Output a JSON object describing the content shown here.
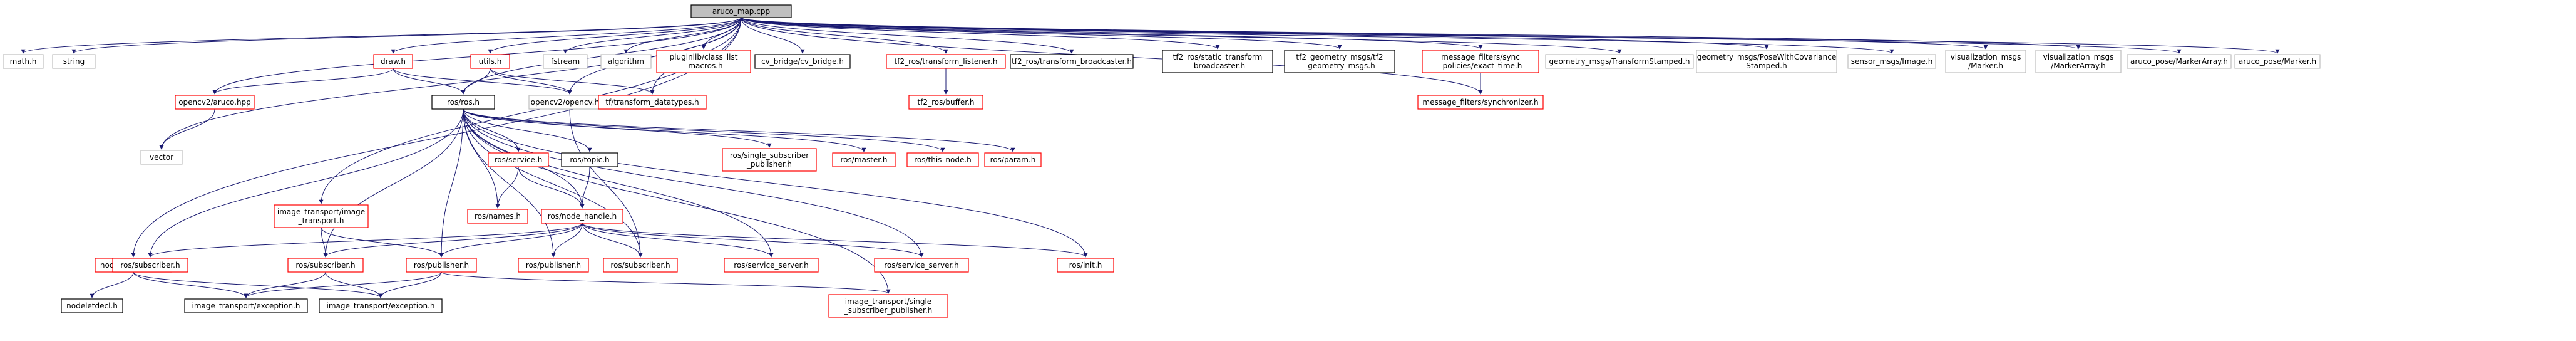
{
  "colors": {
    "edge": "#191970",
    "root_fill": "#bfbfbf",
    "root_border": "#000000",
    "documented_border": "#ff0000",
    "external_border": "#000000",
    "plain_border": "#bfbfbf",
    "text": "#000000"
  },
  "nodes": [
    {
      "id": "aruco_map",
      "lines": [
        "aruco_map.cpp"
      ],
      "style": "root"
    },
    {
      "id": "math",
      "lines": [
        "math.h"
      ],
      "style": "plain"
    },
    {
      "id": "string",
      "lines": [
        "string"
      ],
      "style": "plain"
    },
    {
      "id": "opencv2_aruco",
      "lines": [
        "opencv2/aruco.hpp"
      ],
      "style": "red"
    },
    {
      "id": "vector",
      "lines": [
        "vector"
      ],
      "style": "plain"
    },
    {
      "id": "draw",
      "lines": [
        "draw.h"
      ],
      "style": "red"
    },
    {
      "id": "ros_ros",
      "lines": [
        "ros/ros.h"
      ],
      "style": "black"
    },
    {
      "id": "utils",
      "lines": [
        "utils.h"
      ],
      "style": "red"
    },
    {
      "id": "opencv2_opencv",
      "lines": [
        "opencv2/opencv.hpp"
      ],
      "style": "plain"
    },
    {
      "id": "tf_datatypes",
      "lines": [
        "tf/transform_datatypes.h"
      ],
      "style": "red"
    },
    {
      "id": "fstream",
      "lines": [
        "fstream"
      ],
      "style": "plain"
    },
    {
      "id": "algorithm",
      "lines": [
        "algorithm"
      ],
      "style": "plain"
    },
    {
      "id": "pluginlib",
      "lines": [
        "pluginlib/class_list",
        "_macros.h"
      ],
      "style": "red"
    },
    {
      "id": "cv_bridge",
      "lines": [
        "cv_bridge/cv_bridge.h"
      ],
      "style": "black"
    },
    {
      "id": "tf2_listener",
      "lines": [
        "tf2_ros/transform_listener.h"
      ],
      "style": "red"
    },
    {
      "id": "tf2_buffer",
      "lines": [
        "tf2_ros/buffer.h"
      ],
      "style": "red"
    },
    {
      "id": "tf2_broadcaster",
      "lines": [
        "tf2_ros/transform_broadcaster.h"
      ],
      "style": "black"
    },
    {
      "id": "tf2_static",
      "lines": [
        "tf2_ros/static_transform",
        "_broadcaster.h"
      ],
      "style": "black"
    },
    {
      "id": "tf2_geom",
      "lines": [
        "tf2_geometry_msgs/tf2",
        "_geometry_msgs.h"
      ],
      "style": "black"
    },
    {
      "id": "mf_sync",
      "lines": [
        "message_filters/sync",
        "_policies/exact_time.h"
      ],
      "style": "red"
    },
    {
      "id": "mf_synchronizer",
      "lines": [
        "message_filters/synchronizer.h"
      ],
      "style": "red"
    },
    {
      "id": "geom_tfstamped",
      "lines": [
        "geometry_msgs/TransformStamped.h"
      ],
      "style": "plain"
    },
    {
      "id": "geom_pose",
      "lines": [
        "geometry_msgs/PoseWithCovariance",
        "Stamped.h"
      ],
      "style": "plain"
    },
    {
      "id": "sensor_image",
      "lines": [
        "sensor_msgs/Image.h"
      ],
      "style": "plain"
    },
    {
      "id": "vis_marker",
      "lines": [
        "visualization_msgs",
        "/Marker.h"
      ],
      "style": "plain"
    },
    {
      "id": "vis_markerarray",
      "lines": [
        "visualization_msgs",
        "/MarkerArray.h"
      ],
      "style": "plain"
    },
    {
      "id": "aruco_markerarray",
      "lines": [
        "aruco_pose/MarkerArray.h"
      ],
      "style": "plain"
    },
    {
      "id": "aruco_marker",
      "lines": [
        "aruco_pose/Marker.h"
      ],
      "style": "plain"
    },
    {
      "id": "image_transport",
      "lines": [
        "image_transport/image",
        "_transport.h"
      ],
      "style": "red"
    },
    {
      "id": "nodelet",
      "lines": [
        "nodelet/nodelet.h"
      ],
      "style": "red"
    },
    {
      "id": "nodeletdecl",
      "lines": [
        "nodeletdecl.h"
      ],
      "style": "black"
    },
    {
      "id": "ros_service",
      "lines": [
        "ros/service.h"
      ],
      "style": "red"
    },
    {
      "id": "ros_topic",
      "lines": [
        "ros/topic.h"
      ],
      "style": "black"
    },
    {
      "id": "ros_ssp",
      "lines": [
        "ros/single_subscriber",
        "_publisher.h"
      ],
      "style": "red"
    },
    {
      "id": "ros_master",
      "lines": [
        "ros/master.h"
      ],
      "style": "red"
    },
    {
      "id": "ros_thisnode",
      "lines": [
        "ros/this_node.h"
      ],
      "style": "red"
    },
    {
      "id": "ros_param",
      "lines": [
        "ros/param.h"
      ],
      "style": "red"
    },
    {
      "id": "ros_names",
      "lines": [
        "ros/names.h"
      ],
      "style": "red"
    },
    {
      "id": "ros_nodehandle",
      "lines": [
        "ros/node_handle.h"
      ],
      "style": "red"
    },
    {
      "id": "ros_subscriber_l",
      "lines": [
        "ros/subscriber.h"
      ],
      "style": "red"
    },
    {
      "id": "it_subscriber",
      "lines": [
        "ros/subscriber.h"
      ],
      "style": "red"
    },
    {
      "id": "it_publisher",
      "lines": [
        "ros/publisher.h"
      ],
      "style": "red"
    },
    {
      "id": "ros_publisher",
      "lines": [
        "ros/publisher.h"
      ],
      "style": "red"
    },
    {
      "id": "ros_subscriber_m",
      "lines": [
        "ros/subscriber.h"
      ],
      "style": "red"
    },
    {
      "id": "ros_service_server1",
      "lines": [
        "ros/service_server.h"
      ],
      "style": "red"
    },
    {
      "id": "ros_service_server2",
      "lines": [
        "ros/service_server.h"
      ],
      "style": "red"
    },
    {
      "id": "ros_init",
      "lines": [
        "ros/init.h"
      ],
      "style": "red"
    },
    {
      "id": "it_exception1",
      "lines": [
        "image_transport/exception.h"
      ],
      "style": "black"
    },
    {
      "id": "it_exception2",
      "lines": [
        "image_transport/exception.h"
      ],
      "style": "black"
    },
    {
      "id": "it_ssp",
      "lines": [
        "image_transport/single",
        "_subscriber_publisher.h"
      ],
      "style": "red"
    }
  ],
  "edges": [
    [
      "aruco_map",
      "math"
    ],
    [
      "aruco_map",
      "string"
    ],
    [
      "aruco_map",
      "opencv2_aruco"
    ],
    [
      "aruco_map",
      "vector"
    ],
    [
      "aruco_map",
      "draw"
    ],
    [
      "aruco_map",
      "ros_ros"
    ],
    [
      "aruco_map",
      "utils"
    ],
    [
      "aruco_map",
      "opencv2_opencv"
    ],
    [
      "aruco_map",
      "tf_datatypes"
    ],
    [
      "aruco_map",
      "fstream"
    ],
    [
      "aruco_map",
      "algorithm"
    ],
    [
      "aruco_map",
      "pluginlib"
    ],
    [
      "aruco_map",
      "cv_bridge"
    ],
    [
      "aruco_map",
      "tf2_listener"
    ],
    [
      "aruco_map",
      "tf2_broadcaster"
    ],
    [
      "aruco_map",
      "tf2_static"
    ],
    [
      "aruco_map",
      "tf2_geom"
    ],
    [
      "aruco_map",
      "mf_sync"
    ],
    [
      "aruco_map",
      "mf_synchronizer"
    ],
    [
      "aruco_map",
      "geom_tfstamped"
    ],
    [
      "aruco_map",
      "geom_pose"
    ],
    [
      "aruco_map",
      "sensor_image"
    ],
    [
      "aruco_map",
      "vis_marker"
    ],
    [
      "aruco_map",
      "vis_markerarray"
    ],
    [
      "aruco_map",
      "aruco_markerarray"
    ],
    [
      "aruco_map",
      "aruco_marker"
    ],
    [
      "aruco_map",
      "image_transport"
    ],
    [
      "aruco_map",
      "nodelet"
    ],
    [
      "opencv2_aruco",
      "vector"
    ],
    [
      "draw",
      "opencv2_aruco"
    ],
    [
      "draw",
      "ros_ros"
    ],
    [
      "draw",
      "opencv2_opencv"
    ],
    [
      "utils",
      "ros_ros"
    ],
    [
      "utils",
      "opencv2_opencv"
    ],
    [
      "utils",
      "tf_datatypes"
    ],
    [
      "tf2_listener",
      "tf2_buffer"
    ],
    [
      "mf_sync",
      "mf_synchronizer"
    ],
    [
      "ros_ros",
      "ros_service"
    ],
    [
      "ros_ros",
      "ros_topic"
    ],
    [
      "ros_ros",
      "ros_ssp"
    ],
    [
      "ros_ros",
      "ros_master"
    ],
    [
      "ros_ros",
      "ros_thisnode"
    ],
    [
      "ros_ros",
      "ros_param"
    ],
    [
      "ros_ros",
      "ros_names"
    ],
    [
      "ros_ros",
      "ros_nodehandle"
    ],
    [
      "ros_ros",
      "ros_subscriber_l"
    ],
    [
      "ros_ros",
      "it_subscriber"
    ],
    [
      "ros_ros",
      "it_publisher"
    ],
    [
      "ros_ros",
      "ros_publisher"
    ],
    [
      "ros_ros",
      "ros_subscriber_m"
    ],
    [
      "ros_ros",
      "ros_service_server1"
    ],
    [
      "ros_ros",
      "ros_service_server2"
    ],
    [
      "ros_ros",
      "ros_init"
    ],
    [
      "ros_ros",
      "it_ssp"
    ],
    [
      "ros_service",
      "ros_names"
    ],
    [
      "ros_service",
      "ros_nodehandle"
    ],
    [
      "ros_topic",
      "ros_nodehandle"
    ],
    [
      "ros_nodehandle",
      "ros_subscriber_l"
    ],
    [
      "ros_nodehandle",
      "it_subscriber"
    ],
    [
      "ros_nodehandle",
      "it_publisher"
    ],
    [
      "ros_nodehandle",
      "ros_publisher"
    ],
    [
      "ros_nodehandle",
      "ros_subscriber_m"
    ],
    [
      "ros_nodehandle",
      "ros_service_server1"
    ],
    [
      "ros_nodehandle",
      "ros_service_server2"
    ],
    [
      "ros_nodehandle",
      "ros_init"
    ],
    [
      "image_transport",
      "it_subscriber"
    ],
    [
      "image_transport",
      "it_publisher"
    ],
    [
      "it_subscriber",
      "it_exception1"
    ],
    [
      "it_subscriber",
      "it_exception2"
    ],
    [
      "it_publisher",
      "it_exception1"
    ],
    [
      "it_publisher",
      "it_exception2"
    ],
    [
      "it_publisher",
      "it_ssp"
    ],
    [
      "nodelet",
      "nodeletdecl"
    ],
    [
      "nodelet",
      "it_exception1"
    ],
    [
      "nodelet",
      "it_exception2"
    ],
    [
      "opencv2_opencv",
      "ros_subscriber_m"
    ]
  ]
}
